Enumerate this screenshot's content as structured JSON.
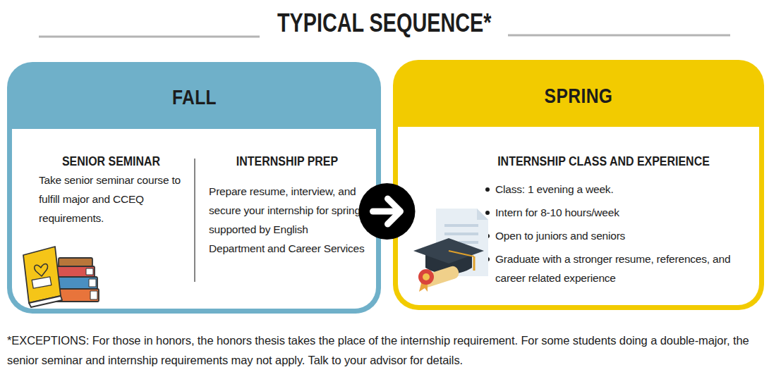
{
  "diagram": {
    "title": "TYPICAL SEQUENCE*",
    "nodes": [
      {
        "text": [
          "FALL"
        ]
      },
      {
        "text": [
          "SENIOR SEMINAR",
          "Take senior seminar course to fulfill major and CCEQ requirements."
        ],
        "in": 0
      },
      {
        "text": [
          "INTERNSHIP PREP",
          "Prepare resume, interview, and secure your internship for spring, supported by English Department and Career Services"
        ],
        "in": 0
      },
      {
        "text": [
          "SPRING"
        ]
      },
      {
        "text": [
          "INTERNSHIP CLASS AND EXPERIENCE",
          "Class: 1 evening a week.",
          "Intern for 8-10 hours/week",
          "Open to juniors and seniors",
          "Graduate with a stronger resume, references, and career related experience"
        ],
        "in": 3
      }
    ],
    "edges": [
      {
        "from": 0,
        "to": 3,
        "arrow": "to"
      }
    ],
    "labels": [
      "*EXCEPTIONS: For those in honors, the honors thesis takes the place of the internship requirement. For some students doing a double-major, the senior seminar and internship requirements may not apply. Talk to your advisor for details."
    ]
  }
}
